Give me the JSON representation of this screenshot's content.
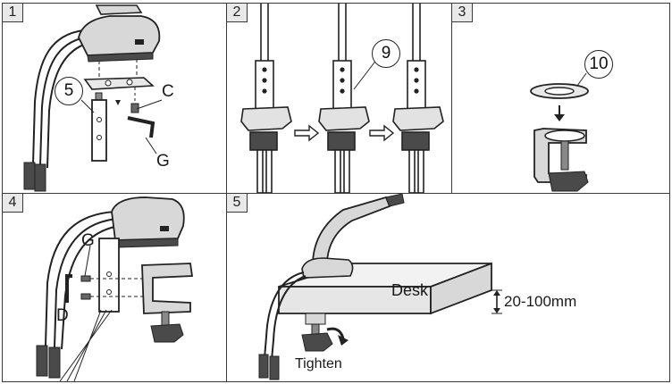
{
  "steps": [
    {
      "number": "1",
      "labels": {
        "part5": "5",
        "c": "C",
        "g": "G"
      }
    },
    {
      "number": "2",
      "labels": {
        "part9": "9"
      }
    },
    {
      "number": "3",
      "labels": {
        "part10": "10"
      }
    },
    {
      "number": "4",
      "labels": {
        "g": "G",
        "d": "D"
      }
    },
    {
      "number": "5",
      "labels": {
        "desk": "Desk",
        "thickness": "20-100mm",
        "tighten": "Tighten"
      }
    }
  ],
  "colors": {
    "line": "#222222",
    "fill_light": "#d8d8d8",
    "fill_dark": "#4a4a4a",
    "panel_tab": "#e9e9e9"
  }
}
